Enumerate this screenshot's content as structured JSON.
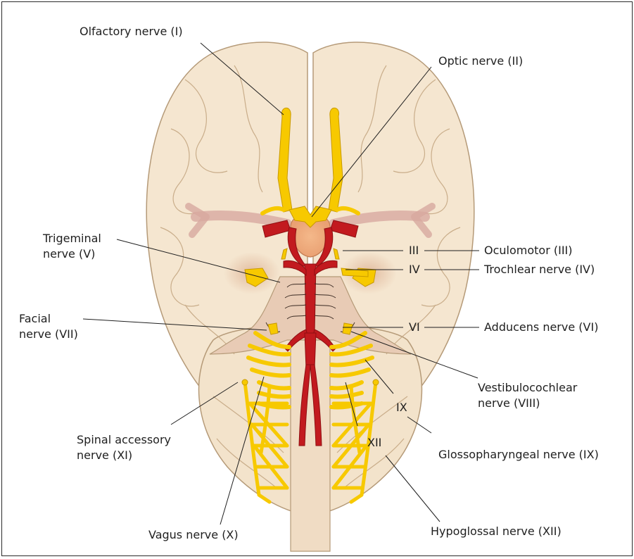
{
  "labels": {
    "olfactory": "Olfactory nerve (I)",
    "optic": "Optic nerve (II)",
    "trigeminal_1": "Trigeminal",
    "trigeminal_2": "nerve (V)",
    "oculomotor": "Oculomotor (III)",
    "trochlear": "Trochlear nerve (IV)",
    "facial_1": "Facial",
    "facial_2": "nerve (VII)",
    "adducens": "Adducens nerve (VI)",
    "vestibulo_1": "Vestibulocochlear",
    "vestibulo_2": "nerve (VIII)",
    "spinal_1": "Spinal accessory",
    "spinal_2": "nerve (XI)",
    "glosso": "Glossopharyngeal nerve (IX)",
    "vagus": "Vagus nerve (X)",
    "hypoglossal": "Hypoglossal nerve (XII)"
  },
  "numerals": {
    "iii": "III",
    "iv": "IV",
    "vi": "VI",
    "ix": "IX",
    "xii": "XII"
  },
  "colors": {
    "brain": "#f5e6d0",
    "brain_outline": "#b59a78",
    "sulci": "#c9ad8a",
    "brainstem": "#e8cbb5",
    "nerve": "#f7c900",
    "nerve_outline": "#c99a00",
    "artery": "#c21a1f",
    "label_line": "#1f1f1f"
  }
}
